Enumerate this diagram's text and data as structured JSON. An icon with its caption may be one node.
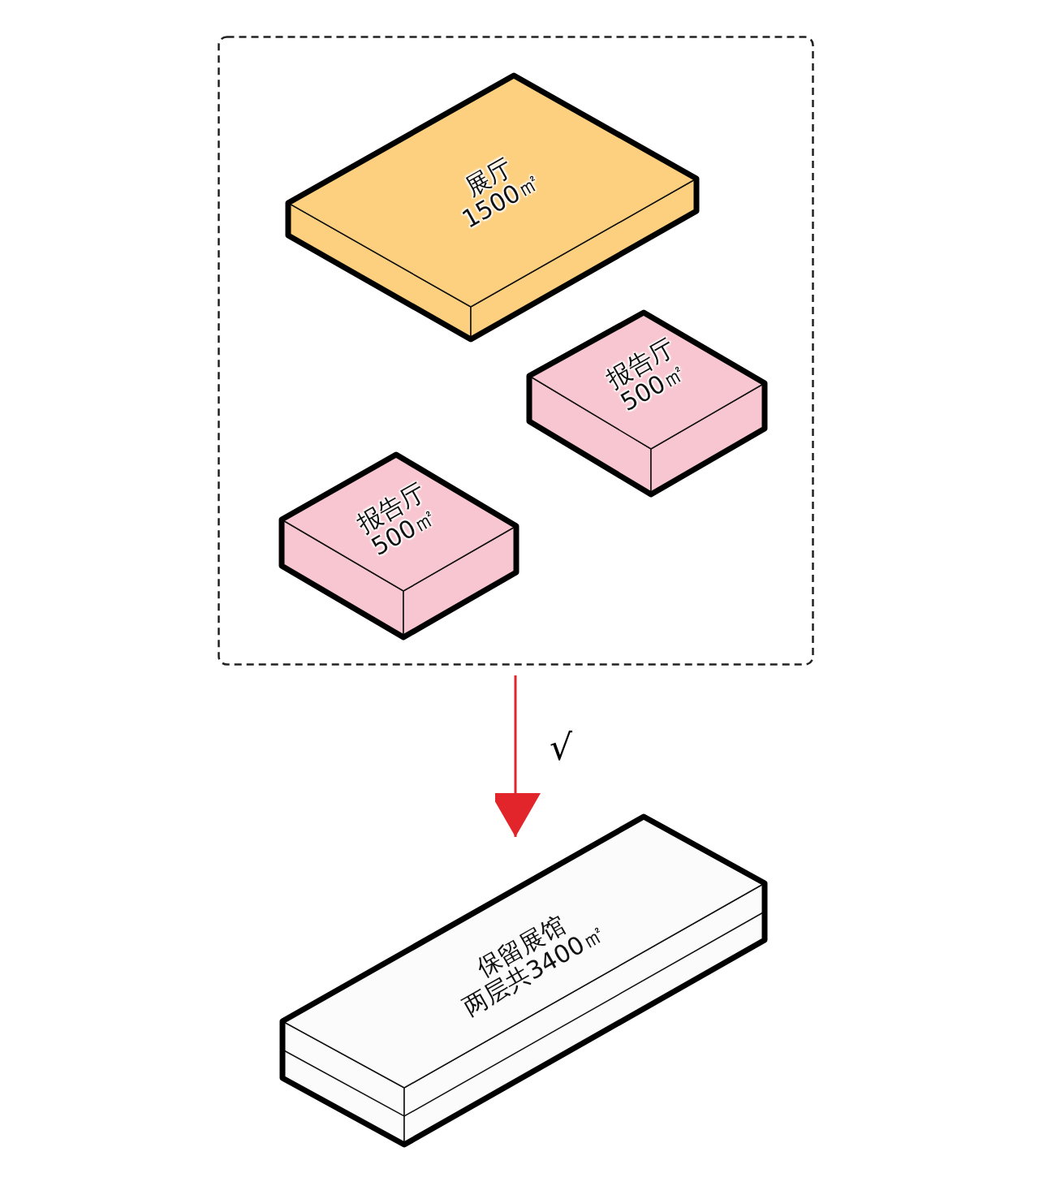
{
  "diagram": {
    "nodes": [
      {
        "text": [],
        "shape": "box"
      },
      {
        "text": [
          "展厅",
          "1500㎡"
        ],
        "in": 0
      },
      {
        "text": [
          "报告厅",
          "500㎡"
        ],
        "in": 0
      },
      {
        "text": [
          "报告厅",
          "500㎡"
        ],
        "in": 0
      },
      {
        "text": [
          "保留展馆",
          "两层共3400㎡"
        ]
      }
    ],
    "edges": [
      {
        "from": 0,
        "to": 4,
        "arrow": "to",
        "label": "√",
        "color": "#e2252b"
      }
    ]
  }
}
